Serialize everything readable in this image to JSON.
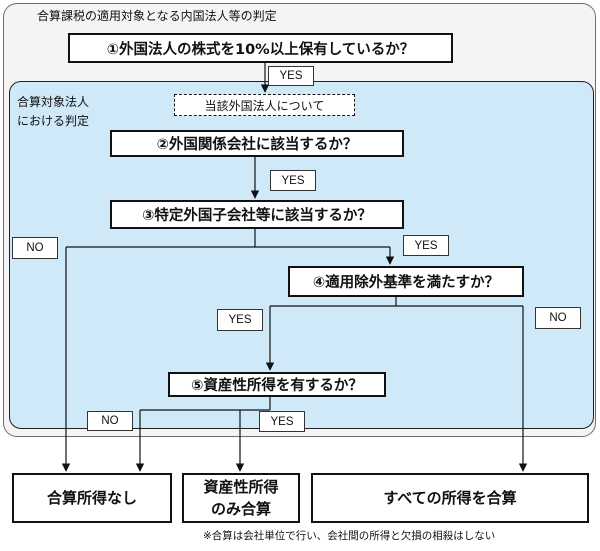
{
  "outer": {
    "title": "合算課税の適用対象となる内国法人等の判定"
  },
  "inner": {
    "title_line1": "合算対象法人",
    "title_line2": "における判定"
  },
  "questions": {
    "q1": "①外国法人の株式を10%以上保有しているか？",
    "about": "当該外国法人について",
    "q2": "②外国関係会社に該当するか？",
    "q3": "③特定外国子会社等に該当するか？",
    "q4": "④適用除外基準を満たすか？",
    "q5": "⑤資産性所得を有するか？"
  },
  "labels": {
    "yes1": "YES",
    "yes2": "YES",
    "no3": "NO",
    "yes3": "YES",
    "yes4": "YES",
    "no4": "NO",
    "no5": "NO",
    "yes5": "YES"
  },
  "results": {
    "none": "合算所得なし",
    "asset_line1": "資産性所得",
    "asset_line2": "のみ合算",
    "all": "すべての所得を合算"
  },
  "footnote": "※合算は会社単位で行い、会社間の所得と欠損の相殺はしない"
}
